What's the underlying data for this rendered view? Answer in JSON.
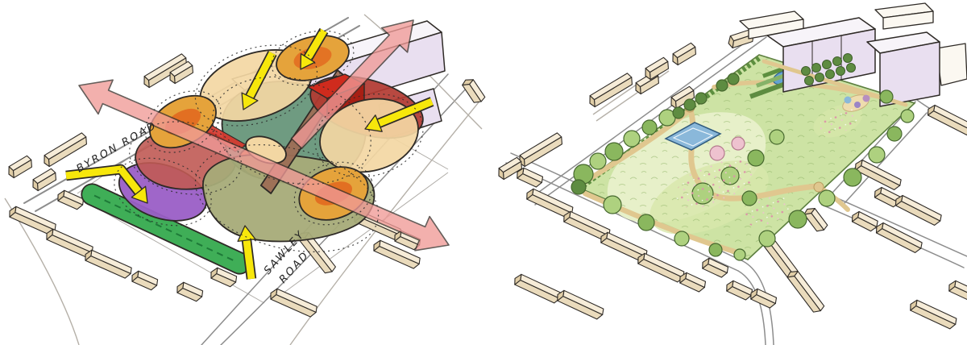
{
  "labels": {
    "byron_road": "BYRON ROAD",
    "sawley_line1": "SAWLEY",
    "sawley_line2": "ROAD"
  },
  "colors": {
    "paper": "#ffffff",
    "ink": "#2e2a26",
    "road_grey": "#8d8d8d",
    "faint_line": "#b5b0a8",
    "bldg_tan": "#f6ecd8",
    "bldg_tan_side": "#eadbbc",
    "bldg_tan_gable": "#e0cda6",
    "bldg_lavender": "#e9dff0",
    "bldg_roof_white": "#f7f4f9",
    "building_red": "#cf2b1d",
    "building_red_dark": "#a81f14",
    "zone_red": "#c05a54",
    "zone_crimson": "#b23a31",
    "zone_purple": "#9a5ec6",
    "zone_teal": "#6f9b81",
    "zone_olive": "#a6ab78",
    "zone_salmon": "#e5824f",
    "zone_green": "#3fae57",
    "zone_green_dark": "#1e7a38",
    "node_tan": "#f3d7a3",
    "node_orange": "#e5a33b",
    "node_orange_hot": "#e2661f",
    "accent_red_strip": "#d6372c",
    "path_brown": "#9d6e55",
    "arrow_pink": "#f09a97",
    "arrow_yellow": "#f7e70b",
    "park_base": "#cde3a4",
    "park_lawn": "#e7f0c9",
    "meadow": "#d8e7ab",
    "hedge_green": "#4c7a33",
    "verge_green": "#5d8f3f",
    "tree_light": "#aed17f",
    "tree_mid": "#8ab75e",
    "tree_dark": "#5e8c41",
    "tree_stroke": "#46682e",
    "blossom_pink": "#dc93a8",
    "blossom_light": "#eec2cf",
    "path_tan": "#e0c78f",
    "court_blue": "#8ab8da",
    "court_line": "#eef6fb",
    "water_blue": "#63a2d2",
    "play_purple": "#9b85c6"
  }
}
